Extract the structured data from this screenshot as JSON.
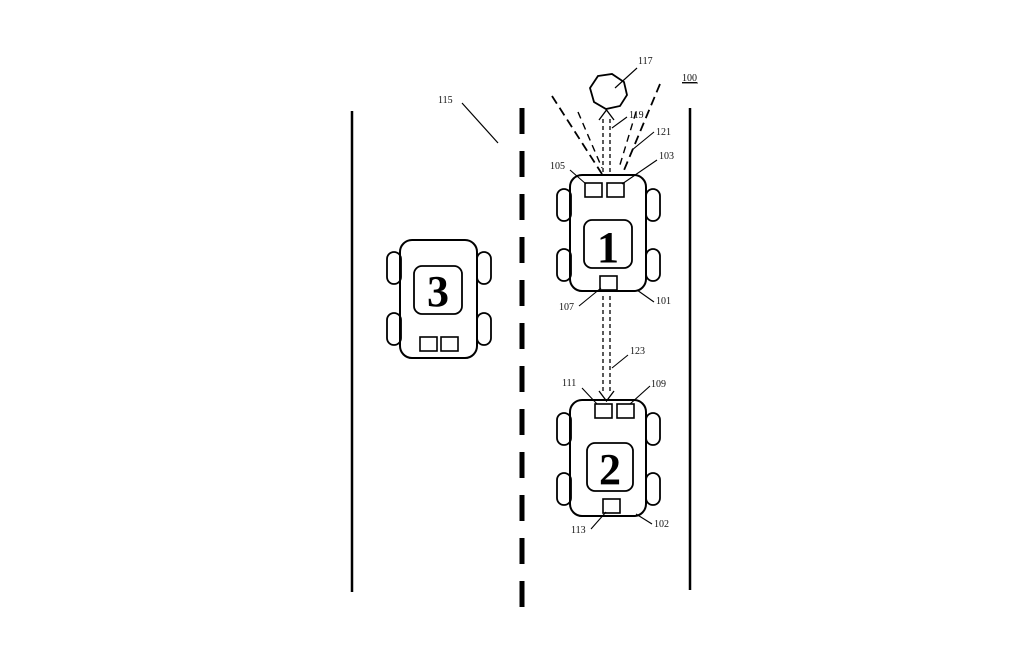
{
  "figure_number": "100",
  "road_label": "115",
  "obstacle": {
    "label": "117"
  },
  "signals": {
    "obstacle_to_vehicle1": "119",
    "sensor_field": "121",
    "vehicle1_to_vehicle2": "123"
  },
  "vehicles": [
    {
      "number": "1",
      "body_label": "101",
      "sensor_front_right_label": "103",
      "sensor_front_left_label": "105",
      "rear_unit_label": "107"
    },
    {
      "number": "2",
      "body_label": "102",
      "sensor_front_right_label": "109",
      "sensor_front_left_label": "111",
      "rear_unit_label": "113"
    },
    {
      "number": "3"
    }
  ]
}
